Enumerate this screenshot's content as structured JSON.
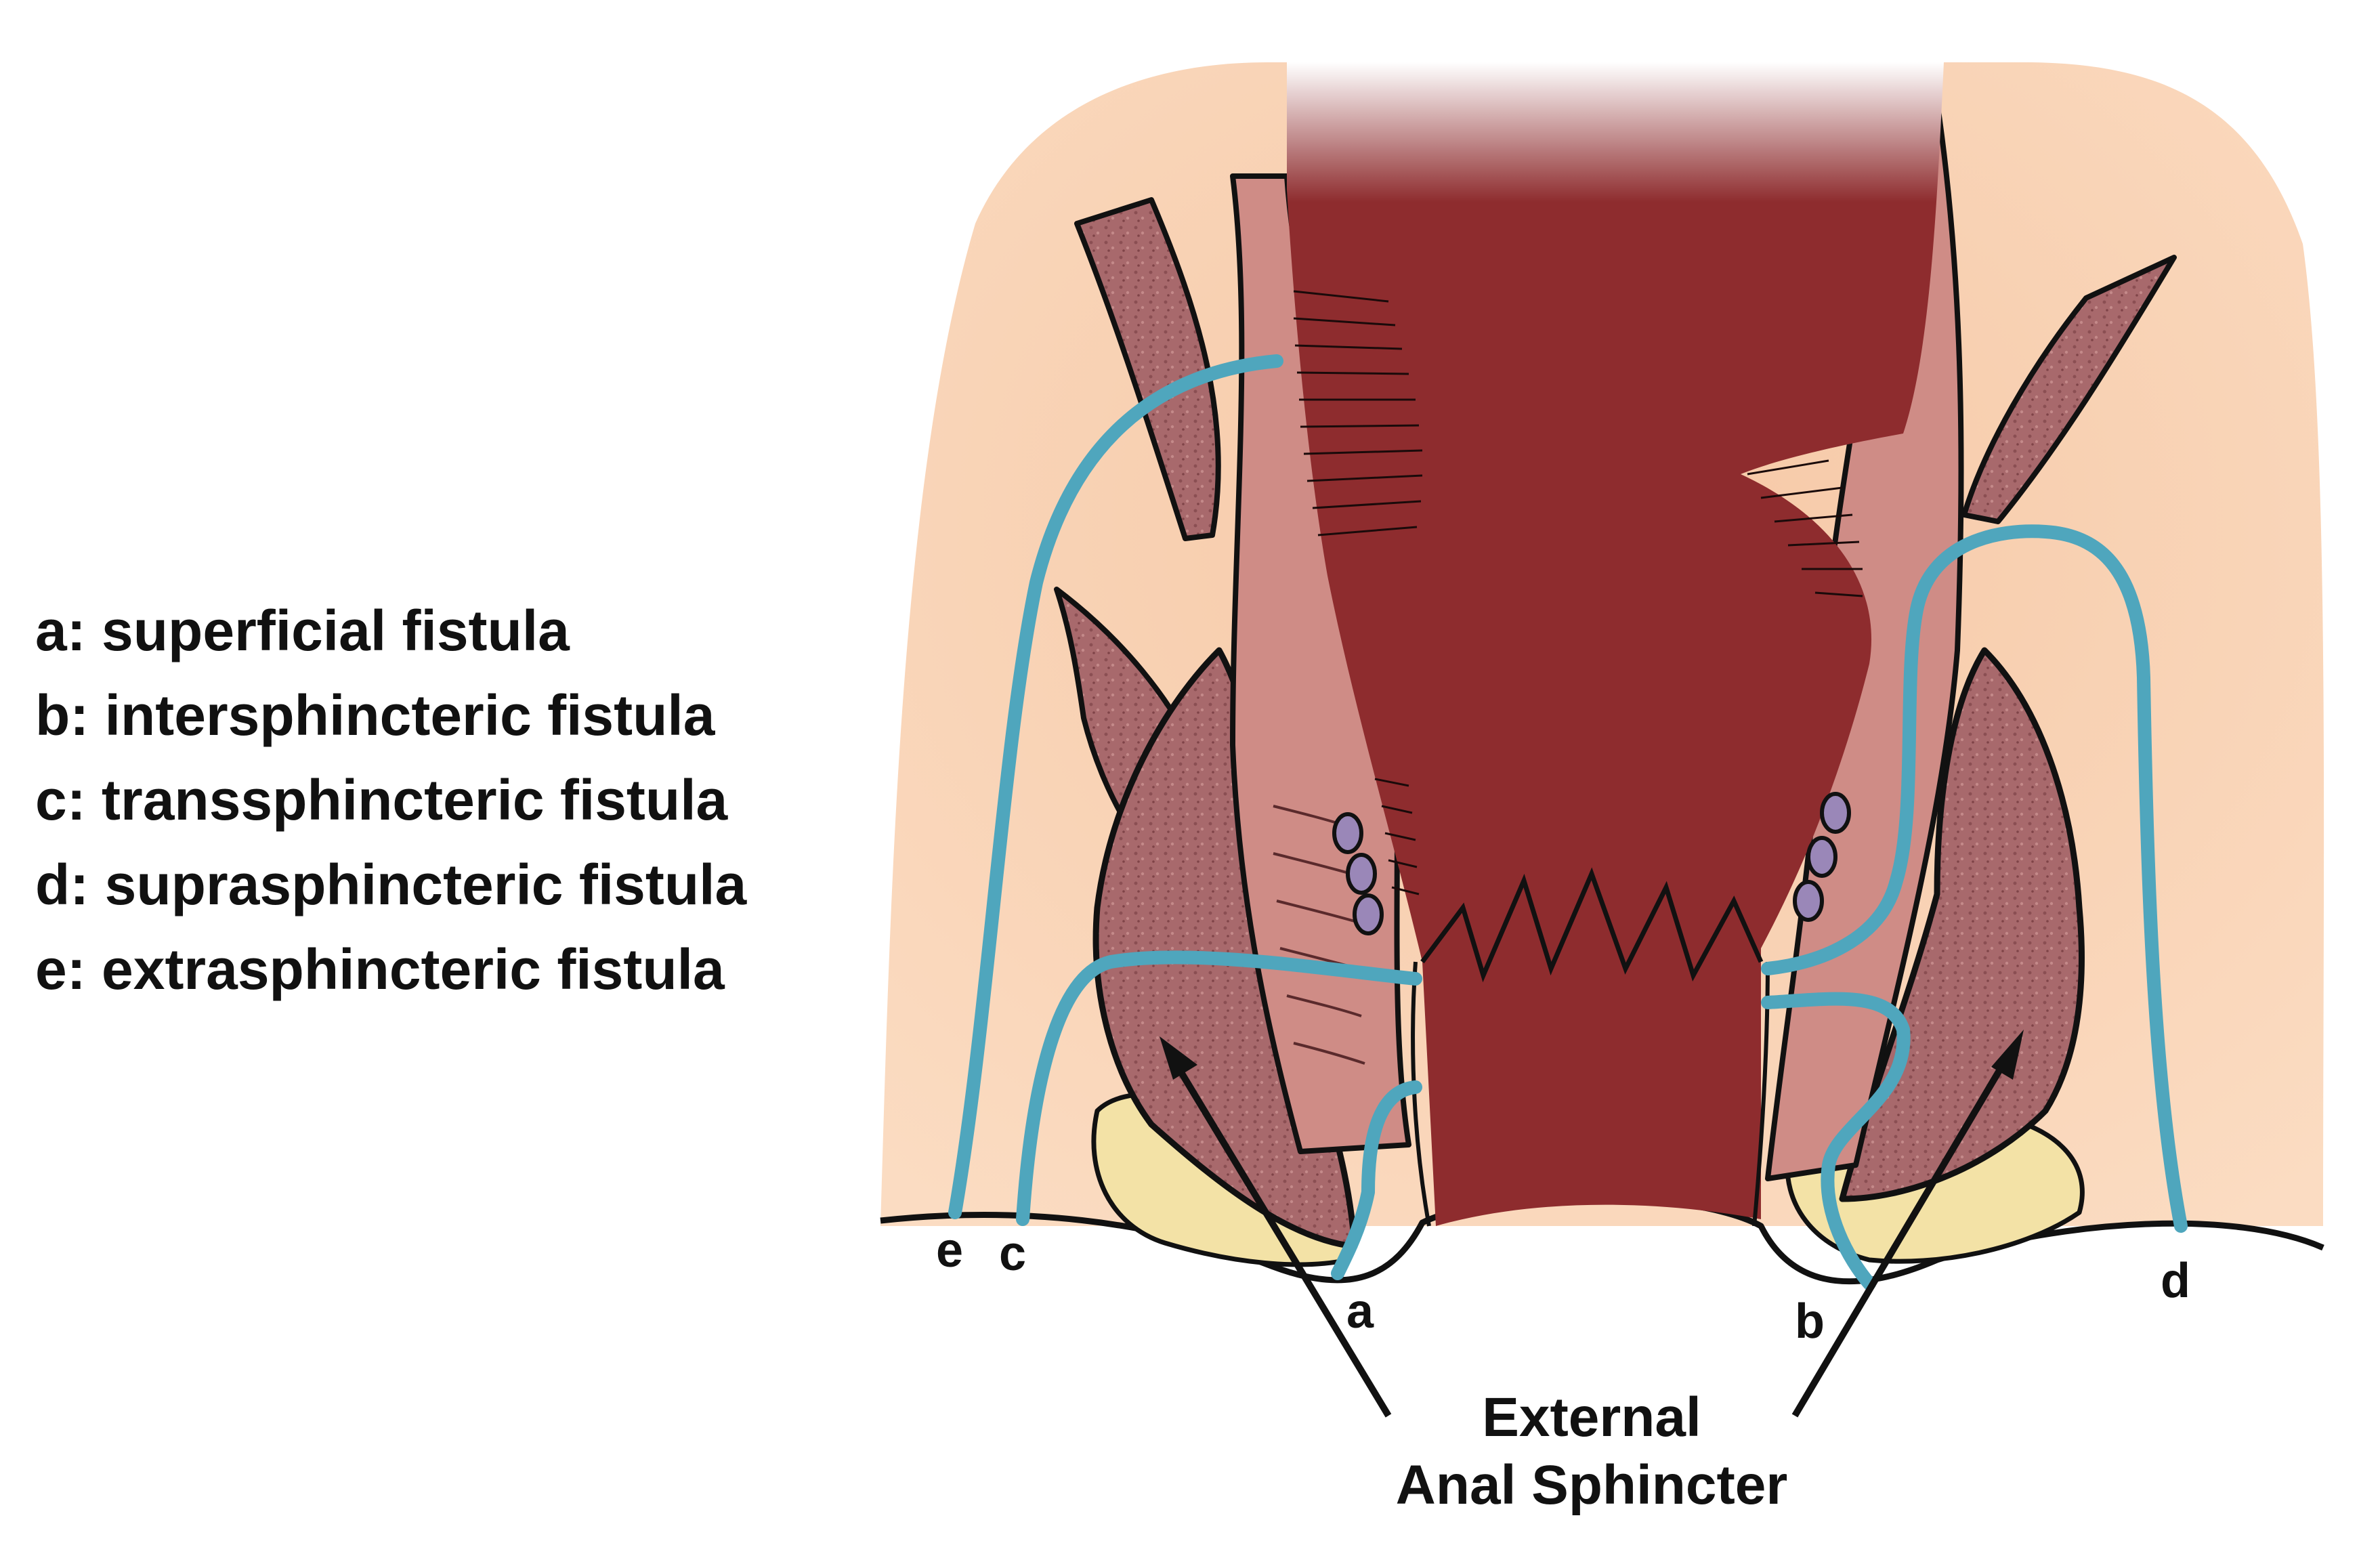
{
  "legend": {
    "a": "a: superficial fistula",
    "b": "b: intersphincteric fistula",
    "c": "c: transsphincteric fistula",
    "d": "d: suprasphincteric fistula",
    "e": "e: extrasphincteric fistula"
  },
  "tract_labels": {
    "a": "a",
    "b": "b",
    "c": "c",
    "d": "d",
    "e": "e"
  },
  "sphincter_label": {
    "line1": "External",
    "line2": "Anal Sphincter"
  },
  "colors": {
    "skin": "#f8d3b5",
    "rectum_lumen": "#8e2c2e",
    "mucosa": "#d99189",
    "muscle": "#a96b6d",
    "fat": "#f3e2a6",
    "vessel": "#9a87b8",
    "fistula_tract": "#4fa6bd",
    "ink": "#111111"
  }
}
